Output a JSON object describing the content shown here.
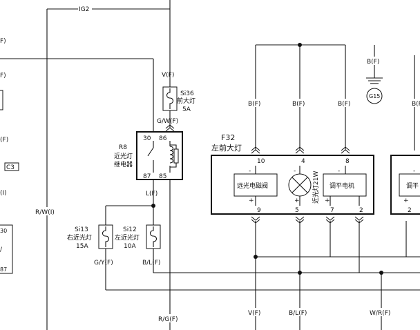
{
  "wires": {
    "ig2": "IG2",
    "rw_i": "R/W(I)",
    "rg_f": "R/G(F)",
    "v_f_top": "V(F)",
    "gw_f": "G/W(F)",
    "l_f": "L(F)",
    "gy_f": "G/Y(F)",
    "bl_f_left": "B/L(F)",
    "b_f_1": "B(F)",
    "b_f_2": "B(F)",
    "b_f_3": "B(F)",
    "b_f_g15": "B(F)",
    "b_f_edge": "B(F",
    "v_f_bottom": "V(F)",
    "bl_f_bottom": "B/L(F)",
    "wr_f": "W/R(F)"
  },
  "left_edge": {
    "f1": "F)",
    "f2": "F)",
    "f3": "(F)",
    "f4": "(I)",
    "c3": "C3",
    "n30": "30",
    "n87": "87",
    "slash": "/"
  },
  "ground": {
    "label": "G15"
  },
  "fuses": {
    "si36": {
      "id": "Si36",
      "name": "前大灯",
      "rating": "5A"
    },
    "si13": {
      "id": "Si13",
      "name": "右近光灯",
      "rating": "15A"
    },
    "si12": {
      "id": "Si12",
      "name": "左近光灯",
      "rating": "10A"
    }
  },
  "relay": {
    "id": "R8",
    "name1": "近光灯",
    "name2": "继电器",
    "p30": "30",
    "p86": "86",
    "p87": "87",
    "p85": "85"
  },
  "f32": {
    "id": "F32",
    "name": "左前大灯",
    "pins_top": [
      "10",
      "4",
      "8"
    ],
    "pins_bottom": [
      "9",
      "5",
      "7",
      "2"
    ],
    "high_beam": "远光电磁阀",
    "low_beam": "近光灯21W",
    "leveling": "调平电机",
    "right_partial": "调平",
    "plus": "+",
    "minus": "-"
  }
}
